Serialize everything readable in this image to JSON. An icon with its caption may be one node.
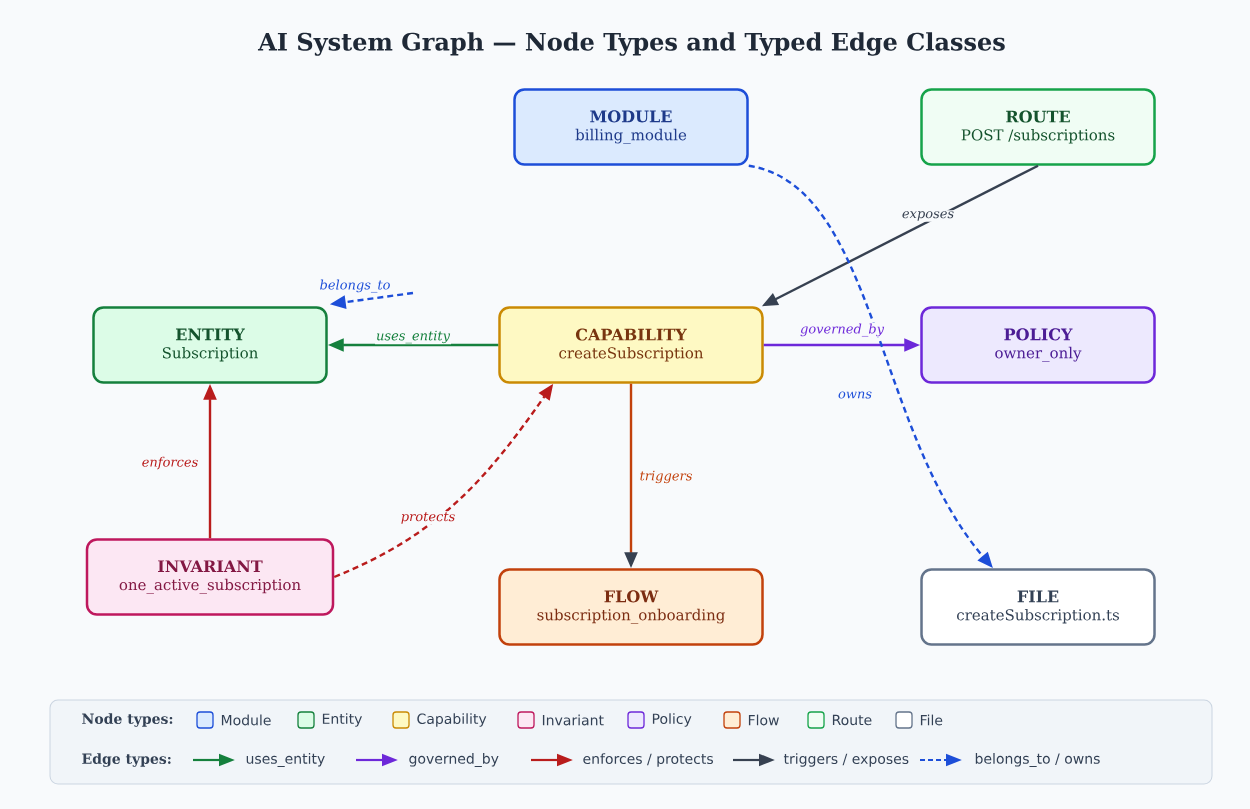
{
  "diagram": {
    "title": "AI System Graph — Node Types and Typed Edge Classes",
    "nodes": [
      {
        "text": [
          "MODULE",
          "billing_module"
        ]
      },
      {
        "text": [
          "ROUTE",
          "POST /subscriptions"
        ]
      },
      {
        "text": [
          "ENTITY",
          "Subscription"
        ]
      },
      {
        "text": [
          "CAPABILITY",
          "createSubscription"
        ]
      },
      {
        "text": [
          "POLICY",
          "owner_only"
        ]
      },
      {
        "text": [
          "INVARIANT",
          "one_active_subscription"
        ]
      },
      {
        "text": [
          "FLOW",
          "subscription_onboarding"
        ]
      },
      {
        "text": [
          "FILE",
          "createSubscription.ts"
        ]
      }
    ],
    "edges": [
      {
        "from": 3,
        "to": 2,
        "arrow": "to",
        "label": "uses_entity",
        "color": "#15803d"
      },
      {
        "from": 3,
        "to": 4,
        "arrow": "to",
        "label": "governed_by",
        "color": "#6d28d9"
      },
      {
        "from": 5,
        "to": 2,
        "arrow": "to",
        "label": "enforces",
        "color": "#b91c1c"
      },
      {
        "from": 5,
        "to": 3,
        "arrow": "to",
        "label": "protects",
        "style": "dashed",
        "color": "#b91c1c"
      },
      {
        "from": 3,
        "to": 6,
        "arrow": "to",
        "label": "triggers",
        "color": "#c2410c"
      },
      {
        "from": 1,
        "to": 3,
        "arrow": "to",
        "label": "exposes",
        "color": "#374151"
      },
      {
        "from": 0,
        "to": 7,
        "arrow": "to",
        "label": "owns",
        "style": "dashed",
        "color": "#1d4ed8"
      },
      {
        "from": null,
        "to": 2,
        "arrow": "to",
        "label": "belongs_to",
        "style": "dashed",
        "color": "#1d4ed8"
      }
    ],
    "labels": [
      "Node types:",
      "Edge types:"
    ],
    "legend": [
      {
        "text": "Module",
        "color": "#dbeafe"
      },
      {
        "text": "Entity",
        "color": "#dcfce7"
      },
      {
        "text": "Capability",
        "color": "#fef9c3"
      },
      {
        "text": "Invariant",
        "color": "#fce7f3"
      },
      {
        "text": "Policy",
        "color": "#ede9fe"
      },
      {
        "text": "Flow",
        "color": "#ffedd5"
      },
      {
        "text": "Route",
        "color": "#f0fdf4"
      },
      {
        "text": "File",
        "color": "#ffffff"
      },
      {
        "text": "uses_entity"
      },
      {
        "text": "governed_by"
      },
      {
        "text": "enforces / protects"
      },
      {
        "text": "triggers / exposes"
      },
      {
        "text": "belongs_to / owns"
      }
    ]
  }
}
